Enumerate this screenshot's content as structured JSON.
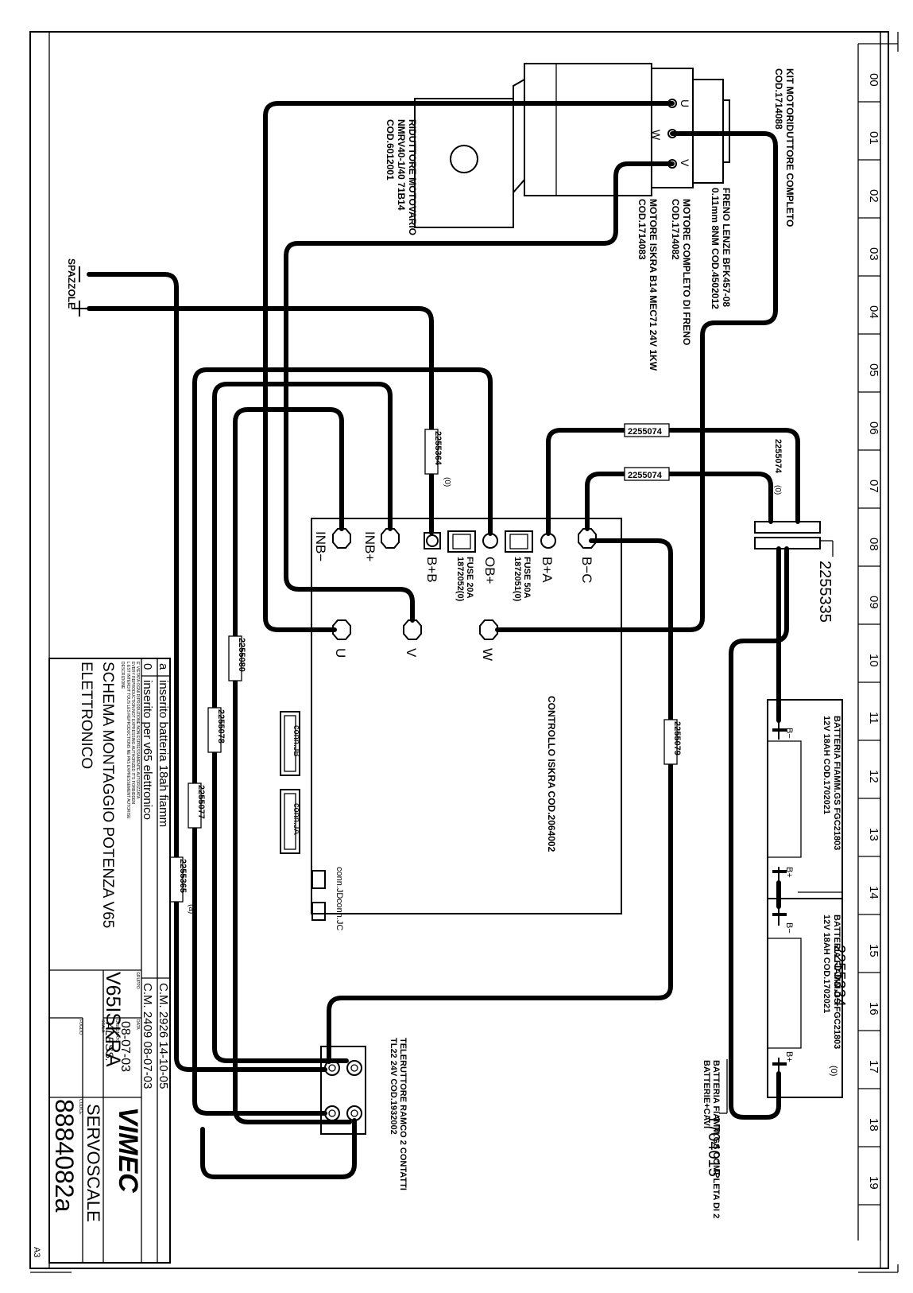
{
  "zones": [
    "00",
    "01",
    "02",
    "03",
    "04",
    "05",
    "06",
    "07",
    "08",
    "09",
    "10",
    "11",
    "12",
    "13",
    "14",
    "15",
    "16",
    "17",
    "18",
    "19"
  ],
  "sheet_format": "A3",
  "labels": {
    "kit": [
      "KIT MOTORIDUTTORE COMPLETO",
      "COD.1714088"
    ],
    "freno": [
      "FRENO LENZE BFK457-08",
      "0.11mm 8NM COD.4502012"
    ],
    "motore_completo": [
      "MOTORE COMPLETO DI FRENO",
      "COD.1714082"
    ],
    "motore_iskra": [
      "MOTORE ISKRA B14 MEC71 24V 1KW",
      "COD.1714083"
    ],
    "riduttore": [
      "RIDUTTORE MOTOVARIO",
      "NMRV40-1/40 71B14",
      "COD.6012001"
    ],
    "spazzole": "SPAZZOLE",
    "minus": "−",
    "plus": "+",
    "controllo": "CONTROLLO ISKRA COD.2064002",
    "fuse_50": [
      "FUSE 50A",
      "1872051(0)"
    ],
    "fuse_20": [
      "FUSE 20A",
      "1872052(0)"
    ],
    "batt1": [
      "BATTERIA FIAMM.GS FGC21803",
      "12V 18AH COD.1702021"
    ],
    "batt2": [
      "BATTERIA FIAMM.GS FGC21803",
      "12V 18AH COD.1702021"
    ],
    "batt_kit": [
      "BATTERIA FIAMM.GS COMPLETA DI 2",
      "BATTERIE+CAVI"
    ],
    "teleruttore": [
      "TELERUTTORE RAMCO 2 CONTATTI",
      "TL22 24V COD.1932002"
    ],
    "zero_mark": "(0)",
    "a_mark": "(a)"
  },
  "terminals": {
    "u": "U",
    "w": "W",
    "v": "V",
    "b_c": "B−C",
    "b_a": "B+A",
    "ob": "OB+",
    "b_b": "B+B",
    "inb_plus": "INB+",
    "inb_minus": "INB−",
    "ctrl_u": "U",
    "ctrl_v": "V",
    "ctrl_w": "W",
    "conn_jb": "conn.JB",
    "conn_ja": "conn.JA",
    "conn_jd": "conn.JD",
    "conn_jc": "conn.JC",
    "b_minus": "B−",
    "b_plus": "B+"
  },
  "cable_codes": {
    "c2255074a": "2255074",
    "c2255074b": "2255074",
    "c2255074c": "2255074",
    "c2255364": "2255364",
    "c2255080": "2255080",
    "c2255078": "2255078",
    "c2255077": "2255077",
    "c2255365": "2255365",
    "c2255079": "2255079",
    "ref_2255335": "2255335",
    "ref_2255334": "2255334",
    "ref_1704015": "1704015"
  },
  "title_block": {
    "rev_a": {
      "letter": "a",
      "desc": "inserito batteria 18ah fiamm",
      "cm": "C.M. 2926 14-10-05"
    },
    "rev_0": {
      "letter": "0",
      "desc": "inserito per v65 elettronico",
      "cm": "C.M. 2409 08-07-03"
    },
    "notice": [
      "E' VIETATA OGNI RIPRODUZIONE NON ESPRESSAMENTE AUTORIZZATA",
      "EVERY REPRODUCTION NOT EXPRESSING AUTHORIZED IT'S FORBIDDEN",
      "L EST INTERDIT TOUS LES REPRODUCTIONS NE PAS EXPRESSEMENT AUTORISE"
    ],
    "desc_label": "DESCRIZIONE",
    "description": [
      "SCHEMA MONTAGGIO POTENZA V65",
      "ELETTRONICO"
    ],
    "gruppo_label": "GRUPPO",
    "gruppo": "V65ISKRA",
    "data_label": "DATA",
    "data": "08-07-03",
    "disegnato_label": "DISEGNATO",
    "disegnato": "ALESS.",
    "scala_label": "SCALA",
    "foglio_label": "FOGLIO",
    "codice_label": "CODICE",
    "codice": "8884082a",
    "brand": "VIMEC",
    "brand_sub": "SERVOSCALE"
  }
}
